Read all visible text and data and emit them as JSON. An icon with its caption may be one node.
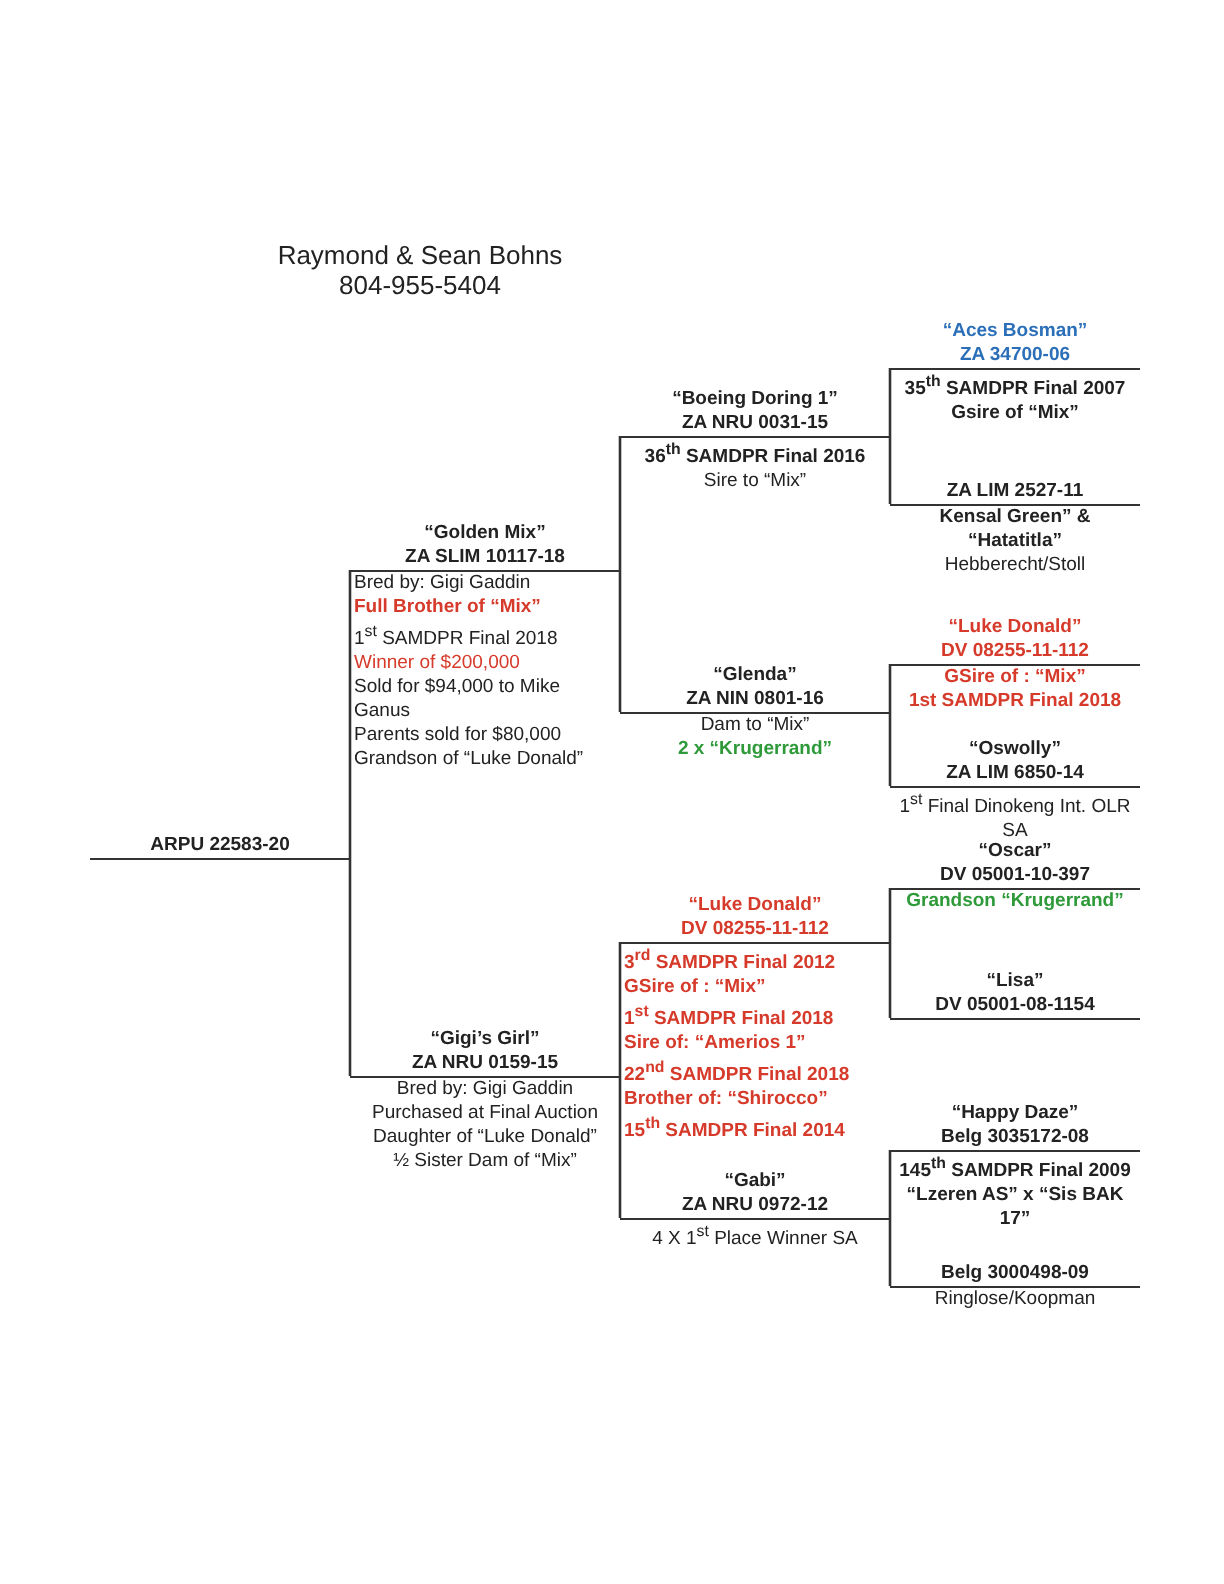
{
  "diagram": {
    "nodes": [
      {
        "text": [
          "ARPU 22583-20"
        ]
      },
      {
        "text": [
          "“Golden Mix”",
          "ZA SLIM 10117-18",
          "Bred by: Gigi Gaddin",
          "Full Brother of “Mix”",
          "1$^{st}$ SAMDPR Final 2018",
          "Winner of $200,000",
          "Sold for $94,000 to Mike Ganus",
          "Parents sold for $80,000",
          "Grandson of “Luke Donald”"
        ]
      },
      {
        "text": [
          "“Boeing Doring 1”",
          "ZA NRU 0031-15",
          "36$^{th}$ SAMDPR Final 2016",
          "Sire to “Mix”"
        ]
      },
      {
        "text": [
          "“Aces Bosman”",
          "ZA 34700-06",
          "35$^{th}$ SAMDPR Final 2007",
          "Gsire of “Mix”"
        ]
      },
      {
        "text": [
          "ZA LIM 2527-11",
          "Kensal Green” & “Hatatitla”",
          "Hebberecht/Stoll"
        ]
      },
      {
        "text": [
          "“Glenda”",
          "ZA NIN 0801-16",
          "Dam to “Mix”",
          "2 x “Krugerrand”"
        ]
      },
      {
        "text": [
          "“Luke Donald”",
          "DV 08255-11-112",
          "GSire of : “Mix”",
          "1st SAMDPR Final 2018"
        ]
      },
      {
        "text": [
          "“Oswolly”",
          "ZA LIM 6850-14",
          "1$^{st}$ Final Dinokeng Int. OLR SA"
        ]
      },
      {
        "text": [
          "“Gigi’s Girl”",
          "ZA NRU 0159-15",
          "Bred by: Gigi Gaddin",
          "Purchased at Final Auction",
          "Daughter of “Luke Donald”",
          "½ Sister Dam of “Mix”"
        ]
      },
      {
        "text": [
          "“Luke Donald”",
          "DV 08255-11-112",
          "3$^{rd}$ SAMDPR Final 2012",
          "GSire of : “Mix”",
          "1$^{st}$ SAMDPR Final 2018",
          "Sire of: “Amerios 1”",
          "22$^{nd}$ SAMDPR Final 2018",
          "Brother of: “Shirocco”",
          "15$^{th}$ SAMDPR Final 2014"
        ]
      },
      {
        "text": [
          "“Gabi”",
          "ZA NRU 0972-12",
          "4 X 1$^{st}$ Place Winner SA"
        ]
      },
      {
        "text": [
          "“Oscar”",
          "DV 05001-10-397",
          "Grandson  “Krugerrand”"
        ]
      },
      {
        "text": [
          "“Lisa”",
          "DV 05001-08-1154"
        ]
      },
      {
        "text": [
          "“Happy Daze”",
          "Belg 3035172-08",
          "145$^{th}$ SAMDPR Final 2009",
          "“Lzeren AS” x “Sis BAK 17”"
        ]
      },
      {
        "text": [
          "Belg 3000498-09",
          "Ringlose/Koopman"
        ]
      }
    ],
    "edges": [
      {
        "from": 0,
        "to": 1,
        "arrow": "none"
      },
      {
        "from": 0,
        "to": 8,
        "arrow": "none"
      },
      {
        "from": 1,
        "to": 2,
        "arrow": "none"
      },
      {
        "from": 1,
        "to": 5,
        "arrow": "none"
      },
      {
        "from": 2,
        "to": 3,
        "arrow": "none"
      },
      {
        "from": 2,
        "to": 4,
        "arrow": "none"
      },
      {
        "from": 5,
        "to": 6,
        "arrow": "none"
      },
      {
        "from": 5,
        "to": 7,
        "arrow": "none"
      },
      {
        "from": 8,
        "to": 9,
        "arrow": "none"
      },
      {
        "from": 8,
        "to": 10,
        "arrow": "none"
      },
      {
        "from": 9,
        "to": 11,
        "arrow": "none"
      },
      {
        "from": 9,
        "to": 12,
        "arrow": "none"
      },
      {
        "from": 10,
        "to": 13,
        "arrow": "none"
      },
      {
        "from": 10,
        "to": 14,
        "arrow": "none"
      }
    ],
    "labels": [
      "Raymond & Sean Bohns",
      "804-955-5404"
    ]
  }
}
